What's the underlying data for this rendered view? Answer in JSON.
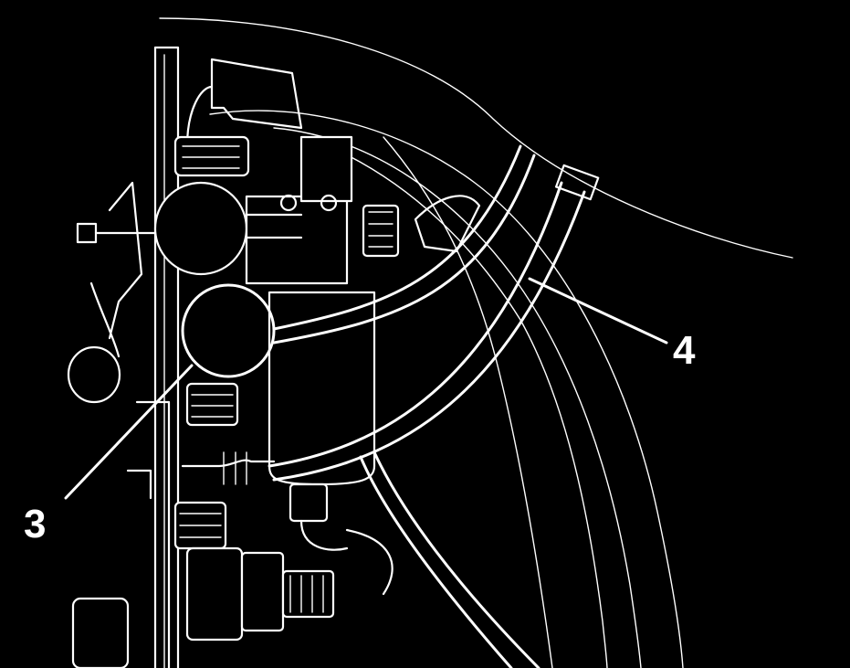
{
  "figure": {
    "background": "#000000",
    "line_color": "#ffffff",
    "callouts": [
      {
        "id": "callout-3",
        "label": "3"
      },
      {
        "id": "callout-4",
        "label": "4"
      }
    ]
  }
}
